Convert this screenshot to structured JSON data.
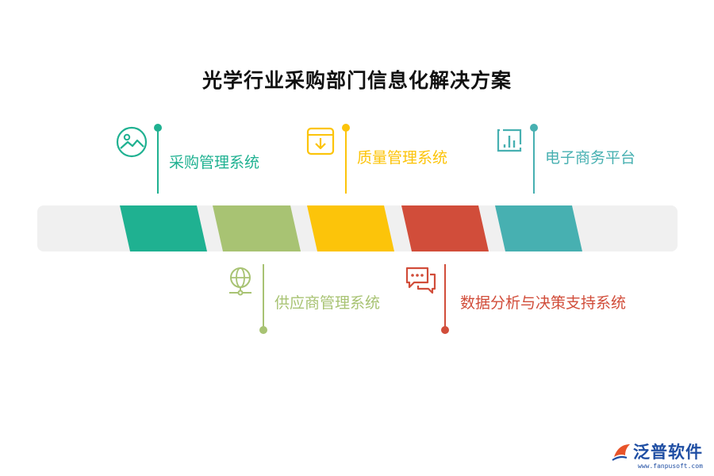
{
  "title": "光学行业采购部门信息化解决方案",
  "colors": {
    "teal": "#1fb191",
    "olive": "#a8c373",
    "yellow": "#fcc40a",
    "red": "#d14d3a",
    "cyan": "#47b0b1",
    "track": "#f0f0f0"
  },
  "items": [
    {
      "label": "采购管理系统",
      "icon": "image-icon"
    },
    {
      "label": "供应商管理系统",
      "icon": "globe-network-icon"
    },
    {
      "label": "质量管理系统",
      "icon": "download-box-icon"
    },
    {
      "label": "数据分析与决策支持系统",
      "icon": "chat-bubbles-icon"
    },
    {
      "label": "电子商务平台",
      "icon": "bar-chart-icon"
    }
  ],
  "logo": {
    "name": "泛普软件",
    "url": "www.fanpusoft.com"
  }
}
